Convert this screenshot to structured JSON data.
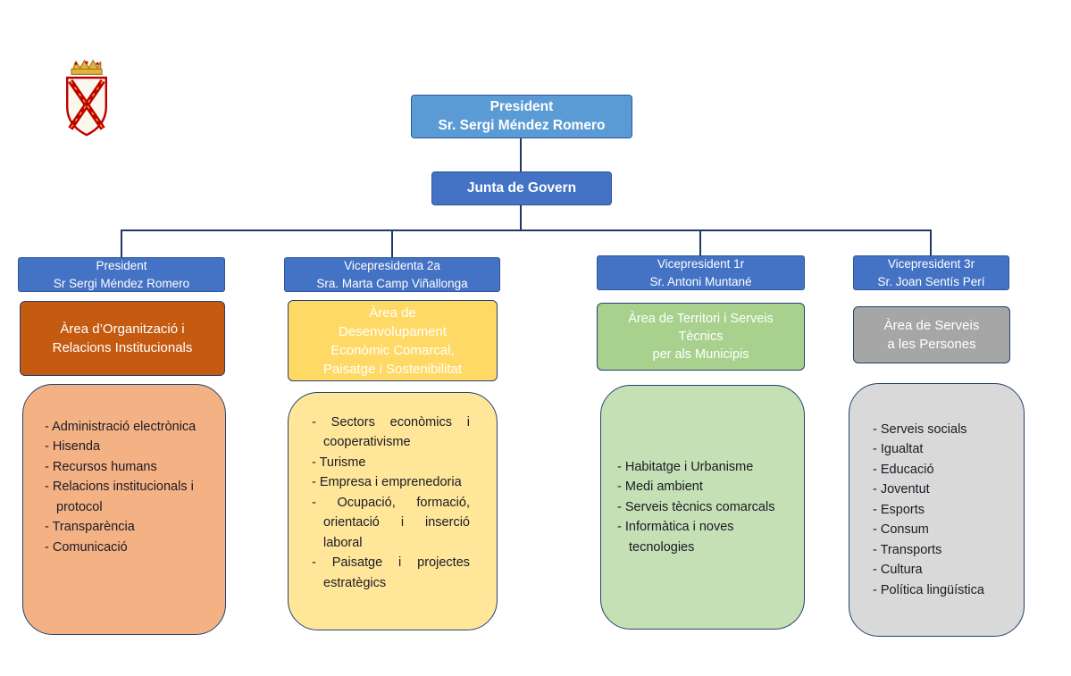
{
  "top": {
    "president_line1": "President",
    "president_line2": "Sr. Sergi Méndez Romero",
    "junta_label": "Junta de Govern"
  },
  "columns": [
    {
      "header_line1": "President",
      "header_line2": "Sr Sergi Méndez Romero",
      "area_lines": [
        "Àrea d’Organització i",
        "Relacions Institucionals"
      ],
      "items": [
        "Administració electrònica",
        "Hisenda",
        "Recursos humans",
        "Relacions institucionals i protocol",
        "Transparència",
        "Comunicació"
      ]
    },
    {
      "header_line1": "Vicepresidenta 2a",
      "header_line2": "Sra. Marta Camp Viñallonga",
      "area_lines": [
        "Àrea de",
        "Desenvolupament",
        "Econòmic Comarcal,",
        "Paisatge i Sostenibilitat"
      ],
      "items": [
        "Sectors econòmics i cooperativisme",
        "Turisme",
        "Empresa i emprenedoria",
        "Ocupació, formació, orientació i inserció laboral",
        "Paisatge i projectes estratègics"
      ]
    },
    {
      "header_line1": "Vicepresident 1r",
      "header_line2": "Sr. Antoni Muntané",
      "area_lines": [
        "Àrea de Territori i Serveis",
        "Tècnics",
        "per als Municipis"
      ],
      "items": [
        "Habitatge i Urbanisme",
        "Medi ambient",
        "Serveis tècnics comarcals",
        "Informàtica i noves tecnologies"
      ]
    },
    {
      "header_line1": "Vicepresident 3r",
      "header_line2": "Sr. Joan Sentís Perí",
      "area_lines": [
        "Àrea de Serveis",
        "a les Persones"
      ],
      "items": [
        "Serveis socials",
        "Igualtat",
        "Educació",
        "Joventut",
        "Esports",
        "Consum",
        "Transports",
        "Cultura",
        "Política lingüística"
      ]
    }
  ],
  "colors": {
    "president_blue": "#5B9BD5",
    "header_blue": "#4472C4",
    "area_orange": "#C55A11",
    "list_orange": "#F4B183",
    "area_yellow": "#FFD966",
    "list_yellow": "#FFE699",
    "area_green": "#A9D18E",
    "list_green": "#C5E0B4",
    "area_gray": "#A6A6A6",
    "list_gray": "#D9D9D9",
    "connector": "#1F3864"
  },
  "logo": {
    "name": "coat-of-arms",
    "crown_color": "#E3B23C",
    "cross_color": "#C00000"
  }
}
